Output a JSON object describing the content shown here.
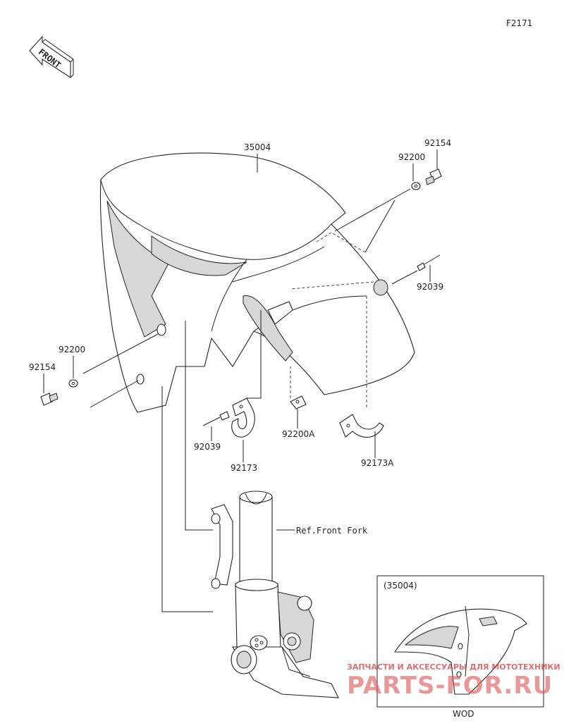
{
  "diagram": {
    "figure_code": "F2171",
    "front_label": "FRONT",
    "callouts": {
      "fender": "35004",
      "bolt_right": "92154",
      "washer_right": "92200",
      "rivet_right": "92039",
      "washer_left": "92200",
      "bolt_left": "92154",
      "rivet_left": "92039",
      "clamp_left": "92173",
      "clip_center": "92200A",
      "clamp_right": "92173A",
      "fork_ref": "Ref.Front Fork"
    },
    "inset": {
      "title": "(35004)",
      "caption": "WOD"
    },
    "watermark": {
      "tagline": "ЗАПЧАСТИ И АКСЕССУАРЫ ДЛЯ МОТОТЕХНИКИ",
      "brand": "PARTS-FOR.RU"
    }
  }
}
